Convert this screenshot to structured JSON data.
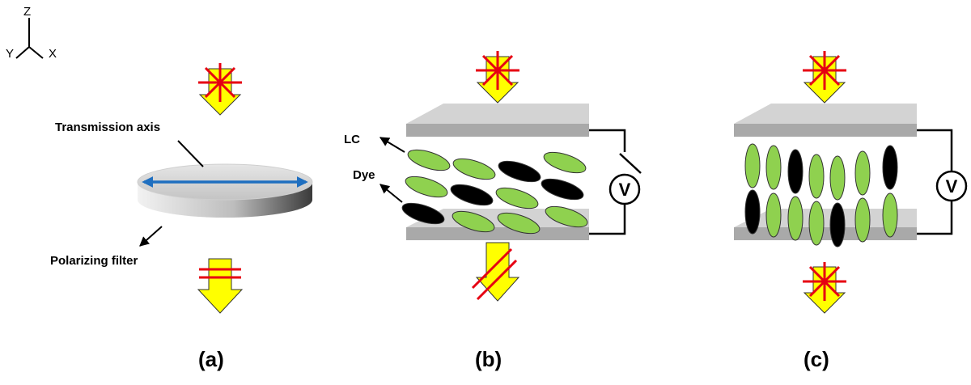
{
  "axes": {
    "z": "Z",
    "y": "Y",
    "x": "X"
  },
  "panel_a": {
    "caption": "(a)",
    "transmission_label": "Transmission axis",
    "filter_label": "Polarizing filter"
  },
  "panel_b": {
    "caption": "(b)",
    "lc_label": "LC",
    "dye_label": "Dye",
    "voltmeter": "V"
  },
  "panel_c": {
    "caption": "(c)",
    "voltmeter": "V"
  },
  "colors": {
    "arrow_fill": "#ffff00",
    "polarization": "#e60012",
    "lc_green": "#8fd14f",
    "dye_black": "#000000",
    "transmission_axis": "#1f6fc0",
    "plate_top": "#d3d3d3",
    "plate_side": "#a9a9a9"
  }
}
